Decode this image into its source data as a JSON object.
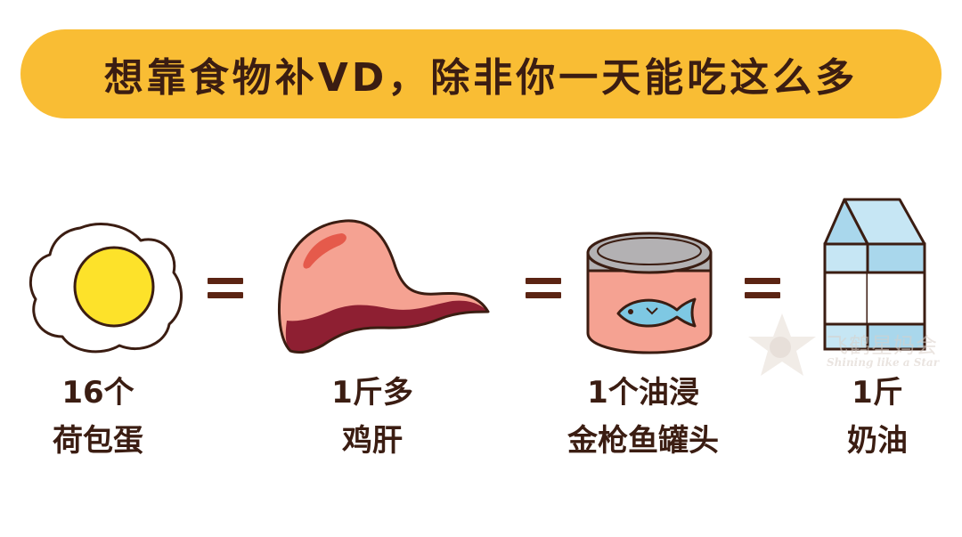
{
  "title": "想靠食物补VD，除非你一天能吃这么多",
  "items": [
    {
      "icon": "fried-egg-icon",
      "line1": "16个",
      "line2": "荷包蛋"
    },
    {
      "icon": "chicken-liver-icon",
      "line1": "1斤多",
      "line2": "鸡肝"
    },
    {
      "icon": "tuna-can-icon",
      "line1": "1个油浸",
      "line2": "金枪鱼罐头"
    },
    {
      "icon": "butter-carton-icon",
      "line1": "1斤",
      "line2": "奶油"
    }
  ],
  "watermark": {
    "cn": "飞鹤星妈会",
    "en": "Shining like a Star"
  },
  "colors": {
    "banner": "#f9bd34",
    "text": "#3b1d12",
    "egg_yolk": "#fde22a",
    "liver": "#f5a292",
    "liver_dark": "#8e1f32",
    "can": "#f5a292",
    "can_lid": "#b3b1b3",
    "fish": "#7ec8e3",
    "carton": "#c6e6f4"
  }
}
